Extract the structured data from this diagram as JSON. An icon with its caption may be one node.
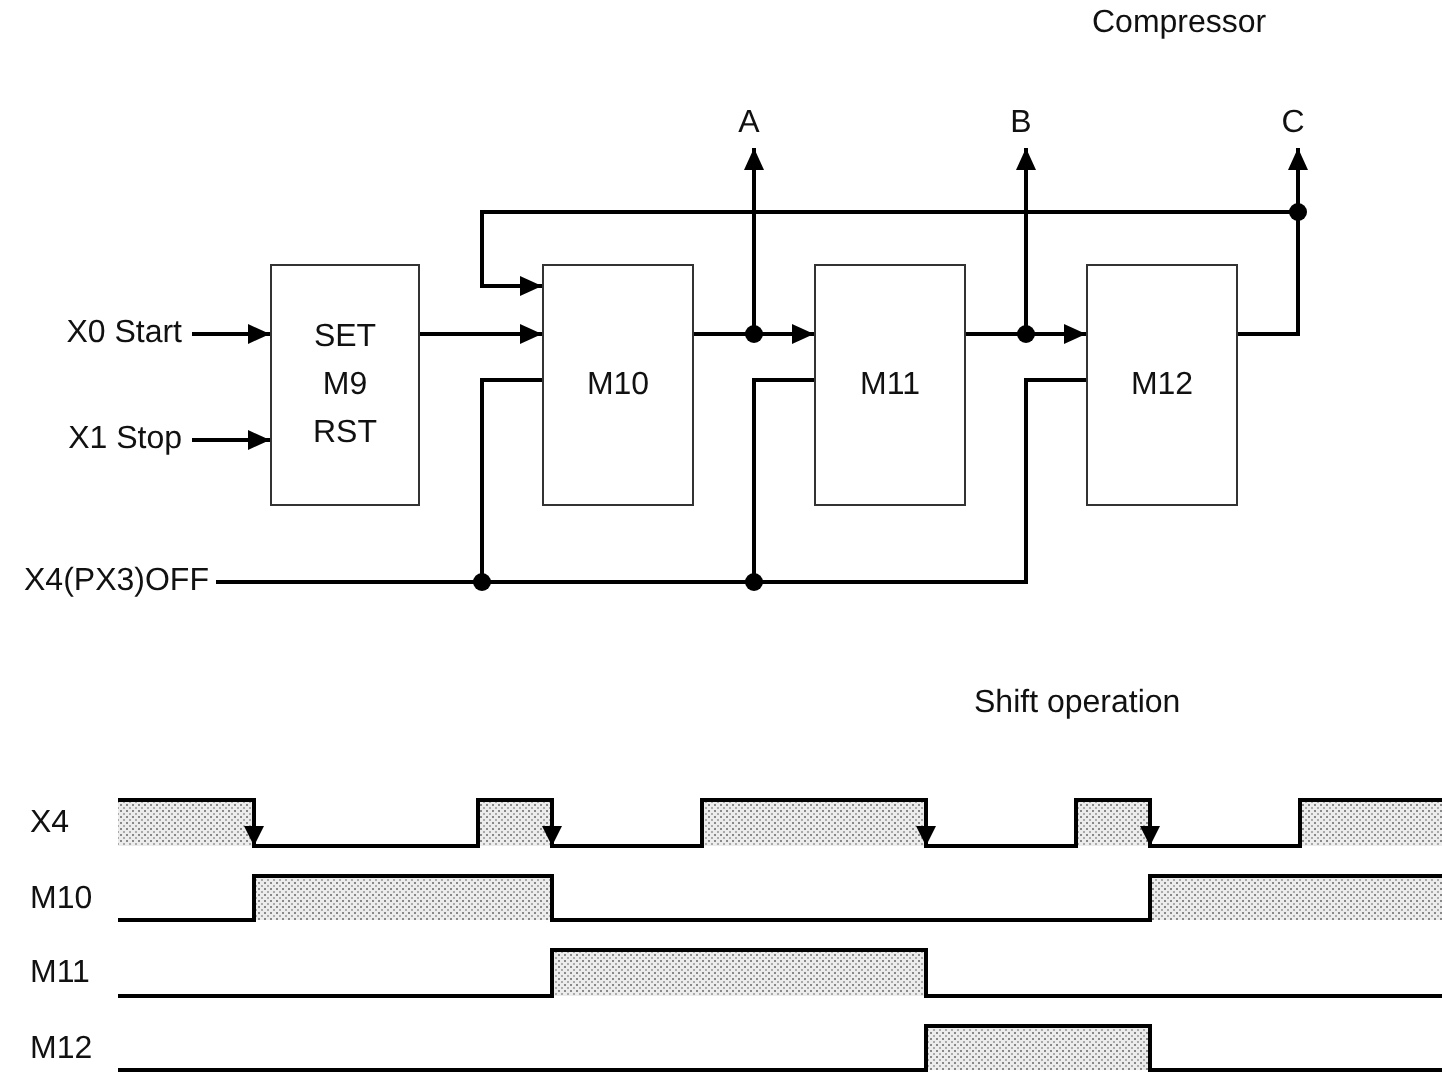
{
  "diagram": {
    "nodes": [
      {
        "text": [
          "X0 Start"
        ]
      },
      {
        "text": [
          "X1 Stop"
        ]
      },
      {
        "text": [
          "SET",
          "M9",
          "RST"
        ]
      },
      {
        "text": [
          "M10"
        ]
      },
      {
        "text": [
          "M11"
        ]
      },
      {
        "text": [
          "M12"
        ]
      },
      {
        "text": [
          "X4(PX3)OFF"
        ]
      },
      {
        "text": [
          "A"
        ]
      },
      {
        "text": [
          "B"
        ]
      },
      {
        "text": [
          "C"
        ]
      }
    ],
    "edges": [
      {
        "from": 0,
        "to": 2,
        "arrow": "to"
      },
      {
        "from": 1,
        "to": 2,
        "arrow": "to"
      },
      {
        "from": 2,
        "to": 3,
        "arrow": "to"
      },
      {
        "from": 3,
        "to": 4,
        "arrow": "to"
      },
      {
        "from": 3,
        "to": 7,
        "arrow": "to"
      },
      {
        "from": 4,
        "to": 5,
        "arrow": "to"
      },
      {
        "from": 4,
        "to": 8,
        "arrow": "to"
      },
      {
        "from": 5,
        "to": 9,
        "arrow": "to"
      },
      {
        "from": 5,
        "to": 3,
        "arrow": "to"
      },
      {
        "from": 6,
        "to": 3,
        "arrow": "none"
      },
      {
        "from": 6,
        "to": 4,
        "arrow": "none"
      },
      {
        "from": 6,
        "to": 5,
        "arrow": "none"
      }
    ],
    "labels": [
      "Compressor",
      "Shift operation",
      "X4",
      "M10",
      "M11",
      "M12"
    ]
  }
}
